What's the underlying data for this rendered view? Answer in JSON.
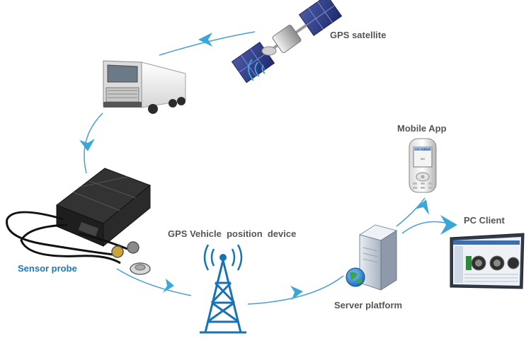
{
  "labels": {
    "gps_satellite": "GPS satellite",
    "mobile_app": "Mobile App",
    "pc_client": "PC Client",
    "sensor_probe": "Sensor probe",
    "gps_device": "GPS Vehicle  position  device",
    "server_platform": "Server platform"
  },
  "phone": {
    "screen_title": "GPS 车辆监控",
    "screen_text": "NO"
  },
  "colors": {
    "arrow": "#3aa7d8",
    "line": "#4a9fd0",
    "accent_label": "#1f78b4",
    "text": "#555555"
  },
  "icons": [
    "satellite-icon",
    "truck-icon",
    "gps-tracker-icon",
    "radio-tower-icon",
    "server-icon",
    "mobile-phone-icon",
    "pc-monitor-icon"
  ]
}
